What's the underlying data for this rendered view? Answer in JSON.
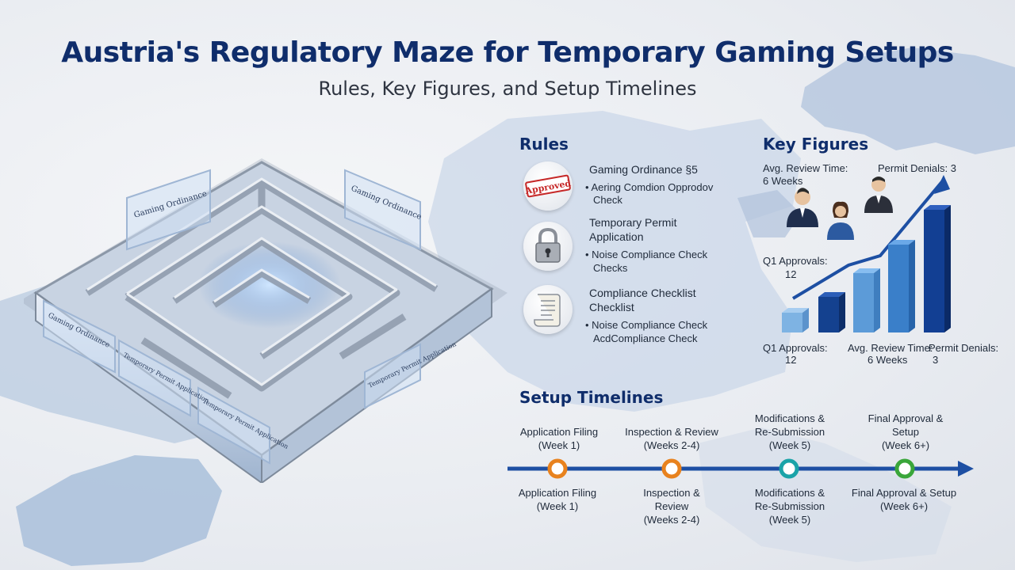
{
  "header": {
    "title": "Austria's Regulatory Maze for Temporary Gaming Setups",
    "subtitle": "Rules, Key Figures, and Setup Timelines"
  },
  "maze": {
    "panel_labels": [
      "Gaming Ordinance",
      "Gaming Ordinance",
      "Temporary Permit Application",
      "Temporary Permit Application",
      "Gaming Ordinance",
      "Temporary Permit Application"
    ]
  },
  "rules": {
    "heading": "Rules",
    "items": [
      {
        "icon": "approved-stamp-icon",
        "stamp_text": "Approved",
        "title": "Gaming Ordinance §5",
        "sub_line1": "• Aering Comdion Opprodov",
        "sub_line2": "Check"
      },
      {
        "icon": "padlock-icon",
        "title_line1": "Temporary Permit",
        "title_line2": "Application",
        "sub_line1": "• Noise Compliance Check",
        "sub_line2": "Checks"
      },
      {
        "icon": "scroll-document-icon",
        "title_line1": "Compliance Checklist",
        "title_line2": "Checklist",
        "sub_line1": "• Noise Compliance Check",
        "sub_line2": "AcdCompliance Check"
      }
    ]
  },
  "key_figures": {
    "heading": "Key Figures",
    "avg_review_line1": "Avg. Review Time:",
    "avg_review_line2": "6 Weeks",
    "permit_denials": "Permit Denials: 3",
    "q1_line1": "Q1 Approvals:",
    "q1_line2": "12",
    "bar_labels": [
      {
        "line1": "Q1 Approvals:",
        "line2": "12"
      },
      {
        "line1": "Avg. Review Time:",
        "line2": "6 Weeks"
      },
      {
        "line1": "Permit Denials:",
        "line2": "3"
      }
    ]
  },
  "timeline": {
    "heading": "Setup Timelines",
    "colors": [
      "#e8821e",
      "#e8821e",
      "#1aa3a8",
      "#3aa63a"
    ],
    "top_labels": [
      {
        "line1": "Application Filing",
        "line2": "(Week 1)"
      },
      {
        "line1": "Inspection & Review",
        "line2": "(Weeks 2-4)"
      },
      {
        "line1": "Modifications &",
        "line2": "Re-Submission",
        "line3": "(Week 5)"
      },
      {
        "line1": "Final Approval &",
        "line2": "Setup",
        "line3": "(Week 6+)"
      }
    ],
    "bottom_labels": [
      {
        "line1": "Application Filing",
        "line2": "(Week 1)"
      },
      {
        "line1": "Inspection &",
        "line2": "Review",
        "line3": "(Weeks 2-4)"
      },
      {
        "line1": "Modifications &",
        "line2": "Re-Submission",
        "line3": "(Week 5)"
      },
      {
        "line1": "Final Approval & Setup",
        "line2": "(Week 6+)"
      }
    ]
  }
}
